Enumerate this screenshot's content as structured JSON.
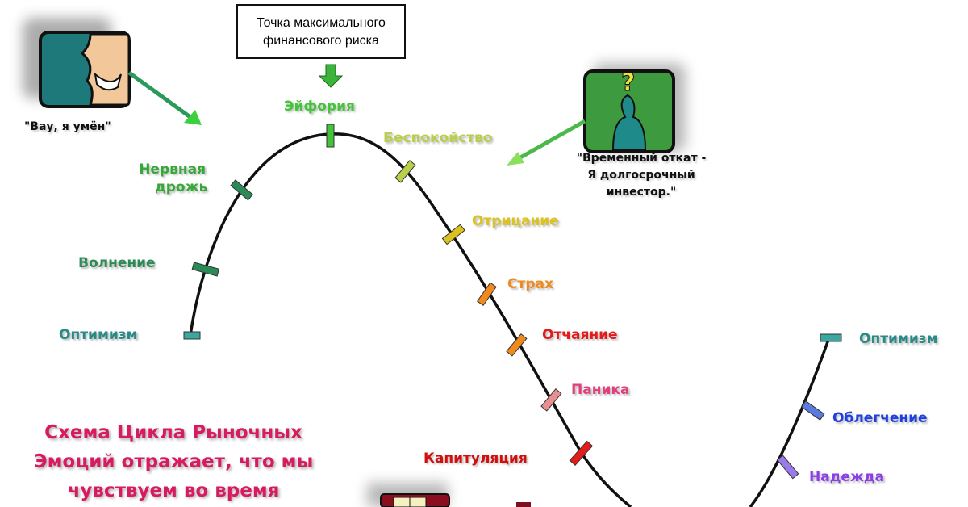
{
  "risk_box": {
    "line1": "Точка максимального",
    "line2": "финансового риска"
  },
  "quotes": {
    "smart": "\"Вау, я умён\"",
    "pullback_line1": "\"Временный откат -",
    "pullback_line2": "Я долгосрочный",
    "pullback_line3": "инвестор.\""
  },
  "stages": [
    {
      "label": "Оптимизм",
      "color": "#2a8a86"
    },
    {
      "label": "Волнение",
      "color": "#2b8a55"
    },
    {
      "label": "Нервная",
      "label2": "дрожь",
      "color": "#36a83a"
    },
    {
      "label": "Эйфория",
      "color": "#44c43a"
    },
    {
      "label": "Беспокойство",
      "color": "#b9cf4a"
    },
    {
      "label": "Отрицание",
      "color": "#dcc21e"
    },
    {
      "label": "Страх",
      "color": "#f08a1e"
    },
    {
      "label": "Отчаяние",
      "color": "#e41b1b"
    },
    {
      "label": "Паника",
      "color": "#e0407c"
    },
    {
      "label": "Капитуляция",
      "color": "#d10f0f"
    },
    {
      "label": "Надежда",
      "color": "#8a3fe6"
    },
    {
      "label": "Облегчение",
      "color": "#1f3fe0"
    },
    {
      "label": "Оптимизм",
      "color": "#2a8a86"
    }
  ],
  "title": {
    "line1": "Схема Цикла Рыночных",
    "line2": "Эмоций отражает, что мы",
    "line3": "чувствуем во время"
  }
}
